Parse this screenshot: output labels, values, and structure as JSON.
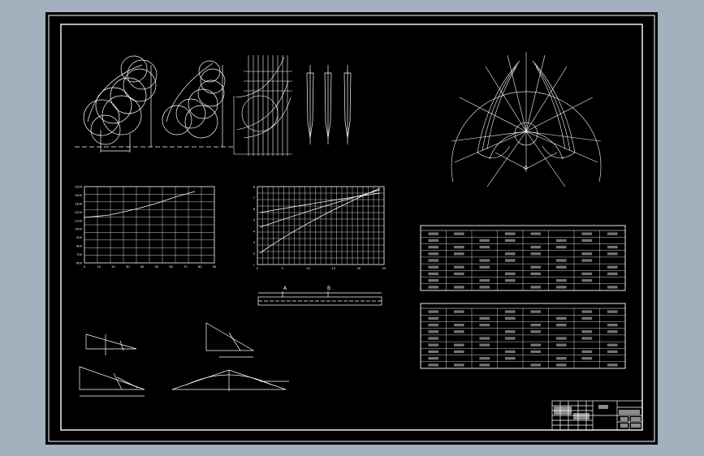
{
  "drawing": {
    "background": "#000000",
    "frame_color": "#ffffff",
    "line_color": "#ffffff",
    "viewport_color": "#a3b0bd"
  },
  "labels": {
    "view_label_a": "A",
    "view_label_b": "B",
    "view_label_o": "O"
  },
  "graph_left": {
    "y_ticks": [
      "1500",
      "1400",
      "1300",
      "1200",
      "1100",
      "1000",
      "900",
      "800",
      "700",
      "600"
    ],
    "x_ticks": [
      "0",
      "10",
      "20",
      "30",
      "40",
      "50",
      "60",
      "70",
      "80",
      "90"
    ]
  },
  "graph_mid": {
    "y_ticks": [
      "8",
      "7",
      "6",
      "5",
      "4",
      "3",
      "2",
      "1"
    ],
    "x_ticks": [
      "0",
      "5",
      "10",
      "15",
      "20",
      "25"
    ]
  },
  "table_top": {
    "rows": 9,
    "cols": 8
  },
  "table_bottom": {
    "rows": 9,
    "cols": 8
  }
}
